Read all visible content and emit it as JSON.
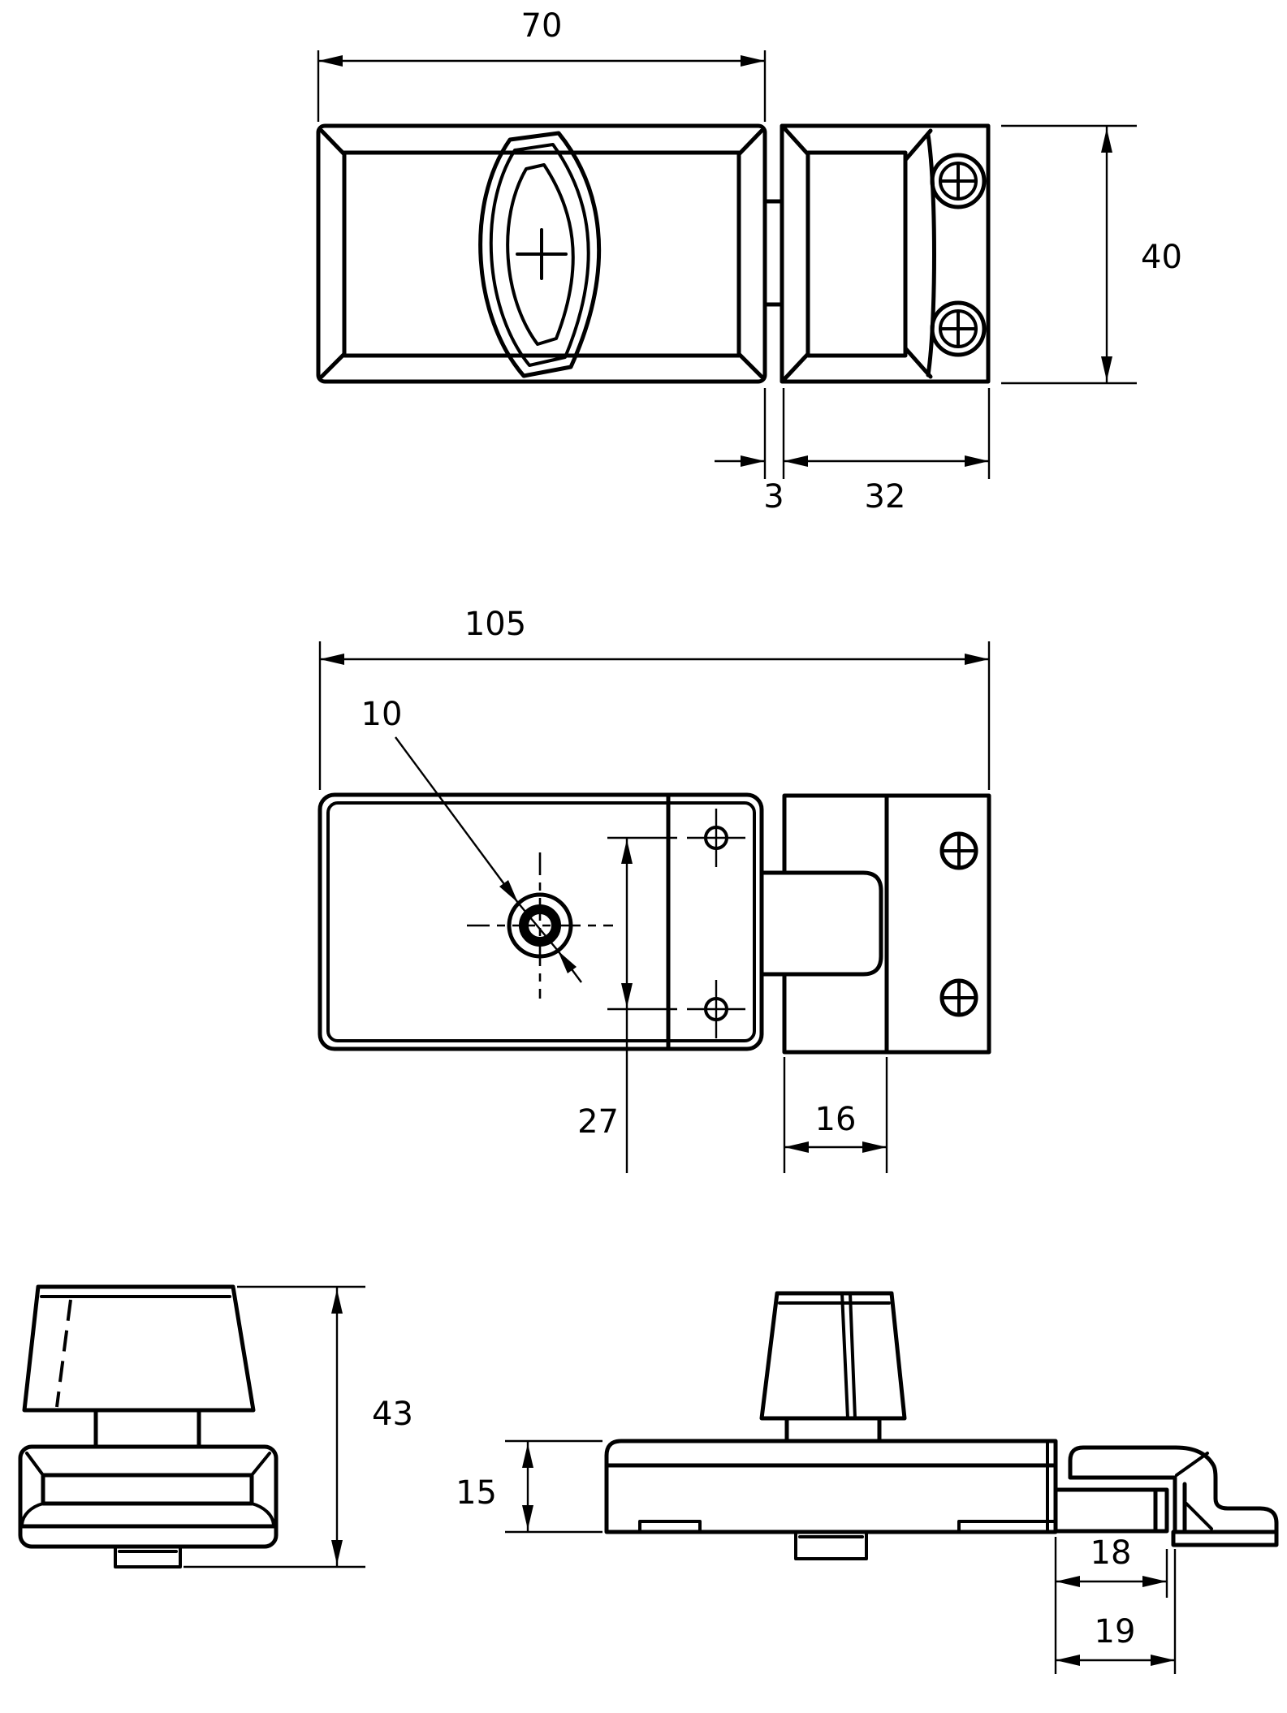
{
  "dimensions": {
    "front": {
      "body_width": "70",
      "keeper_height": "40",
      "gap": "3",
      "keeper_width": "32"
    },
    "plan": {
      "overall_length": "105",
      "spindle_hole_diameter": "10",
      "screw_spacing": "27",
      "keeper_fold_width": "16"
    },
    "side_end": {
      "overall_height": "43"
    },
    "side_long": {
      "case_height": "15",
      "bolt_reach_inner": "18",
      "bolt_reach_outer": "19"
    }
  }
}
